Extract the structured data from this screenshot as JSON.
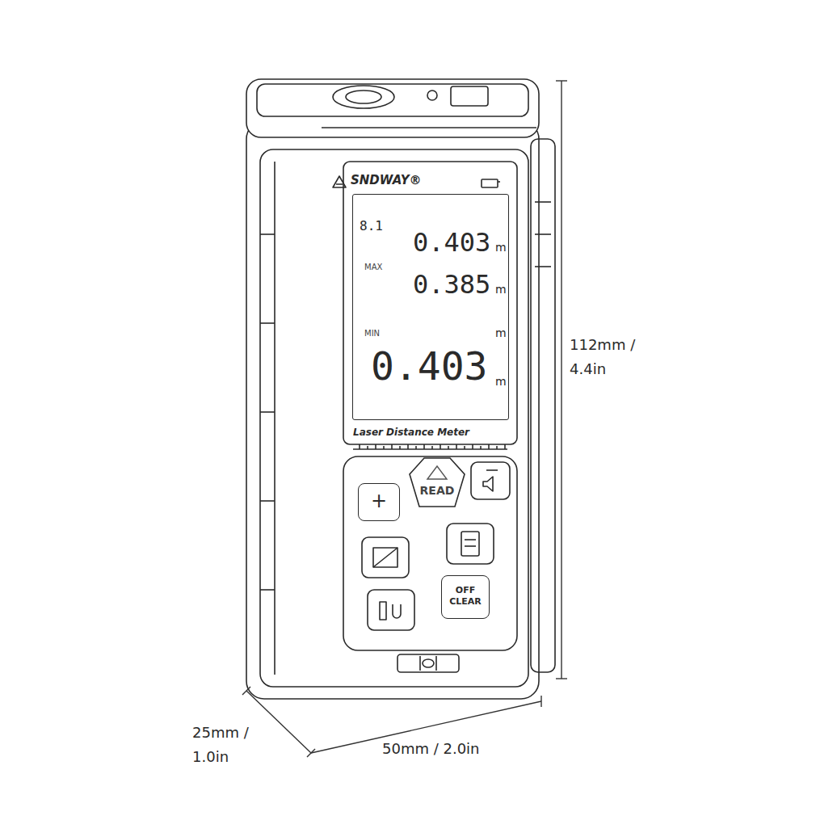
{
  "diagram": {
    "nodes": [
      {
        "text": [
          "8.1",
          "0.403",
          "m",
          "MAX",
          "0.385",
          "m",
          "MIN",
          "m",
          "0.403",
          "m"
        ]
      },
      {
        "text": [
          "READ"
        ]
      },
      {
        "text": [
          "+"
        ]
      },
      {
        "text": [
          "OFF CLEAR"
        ]
      }
    ],
    "labels": [
      "SNDWAY®",
      "Laser Distance Meter",
      "112mm / 4.4in",
      "50mm / 2.0in",
      "25mm / 1.0in"
    ]
  }
}
